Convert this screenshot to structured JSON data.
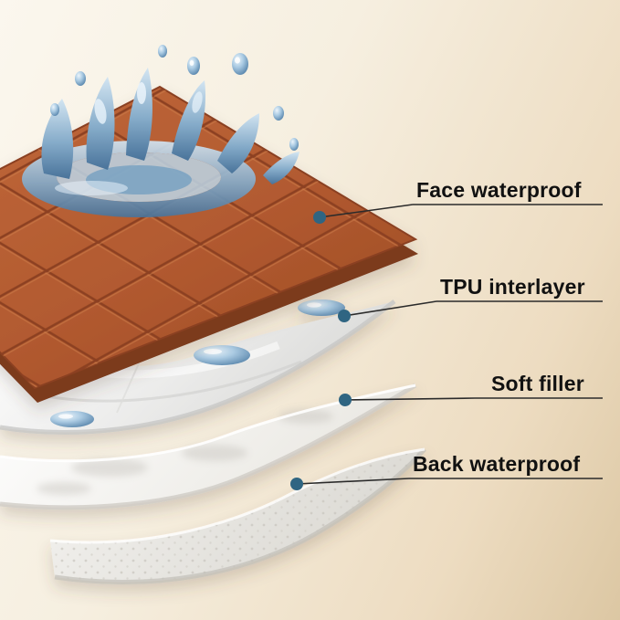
{
  "background": {
    "start": "#fbf7ee",
    "mid": "#f3ead7",
    "end": "#dcc7a3"
  },
  "accent": {
    "dot_color": "#2f6582",
    "line_color": "#2b2b2b",
    "text_color": "#111111",
    "face_fabric_color": "#b25a30",
    "water_color": "#6f9ec5"
  },
  "layers": [
    {
      "id": "face",
      "label": "Face waterproof"
    },
    {
      "id": "tpu",
      "label": "TPU interlayer"
    },
    {
      "id": "filler",
      "label": "Soft filler"
    },
    {
      "id": "back",
      "label": "Back waterproof"
    }
  ]
}
